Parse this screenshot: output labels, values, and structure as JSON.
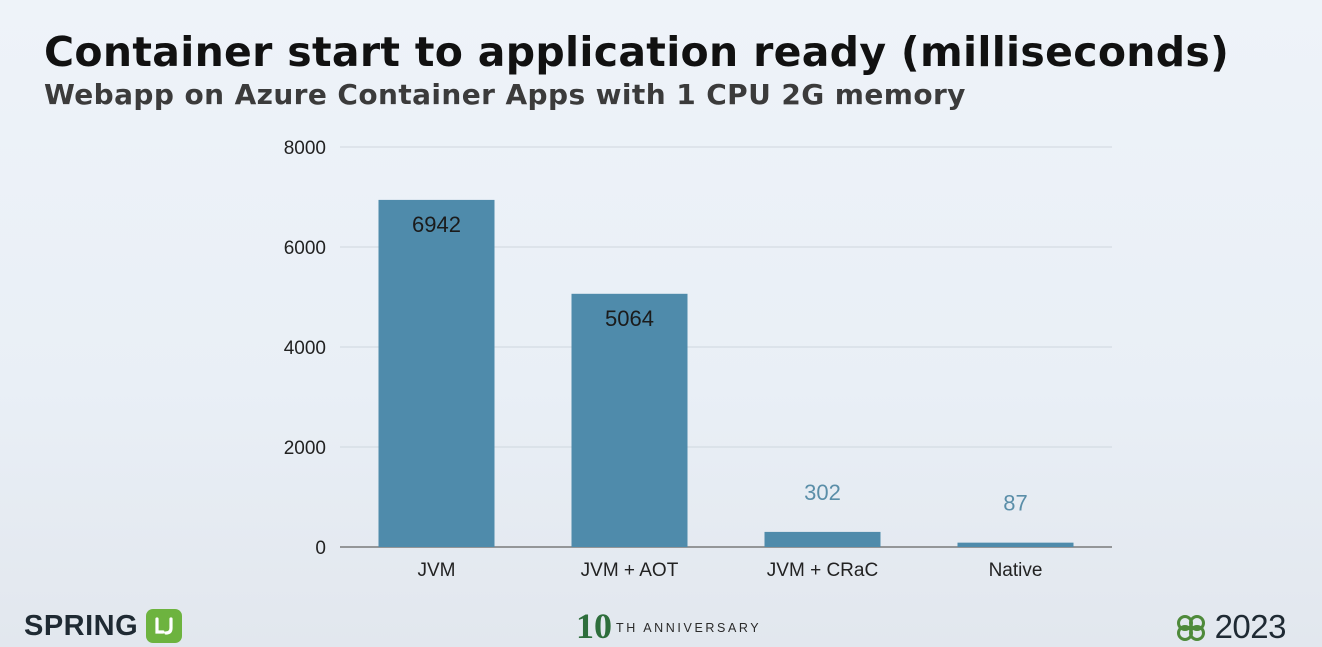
{
  "header": {
    "title": "Container start to application ready (milliseconds)",
    "subtitle": "Webapp on Azure Container Apps with 1 CPU 2G memory"
  },
  "chart_data": {
    "type": "bar",
    "categories": [
      "JVM",
      "JVM + AOT",
      "JVM + CRaC",
      "Native"
    ],
    "values": [
      6942,
      5064,
      302,
      87
    ],
    "ylim": [
      0,
      8000
    ],
    "yticks": [
      0,
      2000,
      4000,
      6000,
      8000
    ],
    "grid": true,
    "bar_color": "#4f8bab",
    "label_color_inside": "#1b1b1b",
    "label_color_outside": "#5a8ea8"
  },
  "footer": {
    "brand": "SPRING",
    "anniversary_mark": "10",
    "anniversary_text": "TH ANNIVERSARY",
    "year": "2023"
  }
}
